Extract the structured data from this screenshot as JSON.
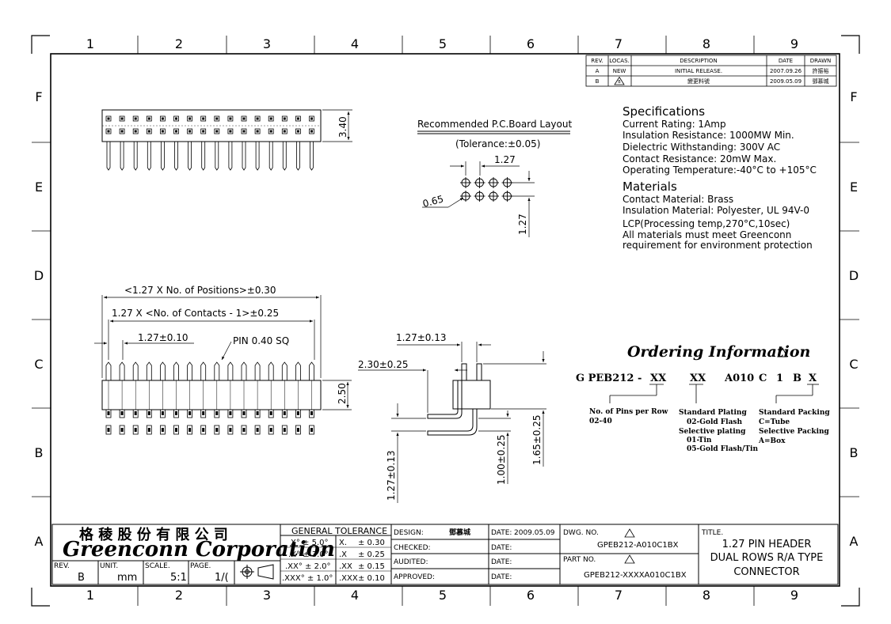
{
  "border": {
    "columns": [
      "1",
      "2",
      "3",
      "4",
      "5",
      "6",
      "7",
      "8",
      "9"
    ],
    "rows": [
      "F",
      "E",
      "D",
      "C",
      "B",
      "A"
    ]
  },
  "revisions": {
    "headers": {
      "rev": "REV.",
      "locas": "LOCAS.",
      "description": "DESCRIPTION",
      "date": "DATE",
      "drawn": "DRAWN"
    },
    "rows": [
      {
        "rev": "A",
        "locas": "NEW",
        "description": "INITIAL RELEASE.",
        "date": "2007.09.26",
        "drawn": "許振裕"
      },
      {
        "rev": "B",
        "locas": "B",
        "description": "變更料號",
        "date": "2009.05.09",
        "drawn": "鄧慕城"
      }
    ]
  },
  "specifications": {
    "title": "Specifications",
    "lines": [
      "Current Rating:   1Amp",
      "Insulation Resistance:   1000MW Min.",
      "Dielectric Withstanding:   300V AC",
      "Contact Resistance:   20mW Max.",
      "Operating Temperature:-40°C to +105°C"
    ]
  },
  "materials": {
    "title": "Materials",
    "lines": [
      "Contact Material: Brass",
      "Insulation Material: Polyester, UL 94V-0",
      "LCP(Processing temp,270°C,10sec)",
      "All materials must meet Greenconn",
      "requirement for environment protection"
    ]
  },
  "pcb_layout": {
    "title": "Recommended P.C.Board Layout",
    "tolerance": "(Tolerance:±0.05)",
    "dim_pitch_x": "1.27",
    "dim_pitch_y": "1.27",
    "dim_hole": "0.65"
  },
  "top_view": {
    "dim_height": "3.40"
  },
  "front_view": {
    "dim_total": "<1.27 X No. of Positions>±0.30",
    "dim_contacts": "1.27 X <No. of Contacts - 1>±0.25",
    "dim_pitch": "1.27±0.10",
    "pin_label": "PIN 0.40 SQ",
    "dim_height": "2.50"
  },
  "side_view": {
    "dim_row_pitch": "1.27±0.13",
    "dim_offset": "2.30±0.25",
    "dim_v1": "1.27±0.13",
    "dim_v2": "1.00±0.25",
    "dim_v3": "1.65±0.25"
  },
  "ordering": {
    "title": "Ordering Information",
    "code_parts": [
      "G PEB212 -",
      "XX",
      "XX",
      "A010",
      "C",
      "1",
      "B",
      "X"
    ],
    "notes": {
      "pins": [
        "No. of Pins per Row",
        "02-40"
      ],
      "plating": [
        "Standard Plating",
        "02-Gold Flash",
        "Selective plating",
        "01-Tin",
        "05-Gold Flash/Tin"
      ],
      "packing": [
        "Standard Packing",
        "C=Tube",
        "Selective Packing",
        "A=Box"
      ]
    }
  },
  "title_block": {
    "company_cn": "格 稜 股 份 有 限 公 司",
    "company_en": "Greenconn Corporation",
    "rev_label": "REV.",
    "rev_value": "B",
    "unit_label": "UNIT.",
    "unit_value": "mm",
    "scale_label": "SCALE.",
    "scale_value": "5:1",
    "page_label": "PAGE.",
    "page_value": "1/(",
    "tolerance_title": "GENERAL TOLERANCE",
    "tolerances": [
      [
        "X° ± 5.0°",
        "X.",
        "± 0.30"
      ],
      [
        ".X° ± 3.0°",
        ".X",
        "± 0.25"
      ],
      [
        ".XX° ± 2.0°",
        ".XX",
        "± 0.15"
      ],
      [
        ".XXX° ± 1.0°",
        ".XXX",
        "± 0.10"
      ]
    ],
    "design_label": "DESIGN:",
    "design_value": "鄧慕城",
    "checked_label": "CHECKED:",
    "audited_label": "AUDITED:",
    "approved_label": "APPROVED:",
    "date_label": "DATE:",
    "date_value": "2009.05.09",
    "dwg_label": "DWG. NO.",
    "dwg_value": "GPEB212-A010C1BX",
    "part_label": "PART NO.",
    "part_value": "GPEB212-XXXXA010C1BX",
    "title_label": "TITLE.",
    "title_lines": [
      "1.27 PIN HEADER",
      "DUAL ROWS R/A TYPE",
      "CONNECTOR"
    ]
  }
}
